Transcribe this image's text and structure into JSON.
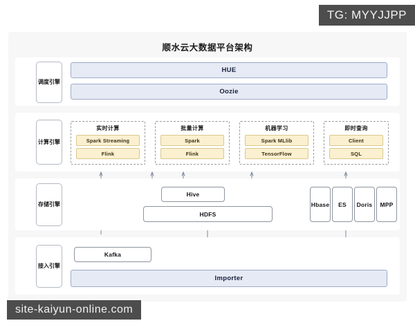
{
  "watermarks": {
    "top": "TG: MYYJJPP",
    "bottom": "site-kaiyun-online.com"
  },
  "diagram": {
    "title": "顺水云大数据平台架构",
    "layers": [
      {
        "id": "schedule",
        "label": "调度引擎",
        "bars": [
          "HUE",
          "Oozie"
        ]
      },
      {
        "id": "compute",
        "label": "计算引擎",
        "groups": [
          {
            "title": "实时计算",
            "items": [
              "Spark Streaming",
              "Flink"
            ]
          },
          {
            "title": "批量计算",
            "items": [
              "Spark",
              "Flink"
            ]
          },
          {
            "title": "机器学习",
            "items": [
              "Spark MLlib",
              "TensorFlow"
            ]
          },
          {
            "title": "即时查询",
            "items": [
              "Client",
              "SQL"
            ]
          }
        ]
      },
      {
        "id": "storage",
        "label": "存储引擎",
        "boxes": [
          "Hive",
          "HDFS",
          "Hbase",
          "ES",
          "Doris",
          "MPP"
        ]
      },
      {
        "id": "ingest",
        "label": "接入引擎",
        "boxes": [
          "Kafka"
        ],
        "bars": [
          "Importer"
        ]
      }
    ]
  },
  "colors": {
    "bar_fill": "#e6eaf4",
    "bar_border": "#9dabc8",
    "chip_fill": "#fbf0cf",
    "chip_border": "#d9c88d",
    "card_bg": "#f7f7f8",
    "wire": "#7b8694",
    "wire_accent": "#8796b8",
    "watermark_bg": "#4d4d4d"
  }
}
